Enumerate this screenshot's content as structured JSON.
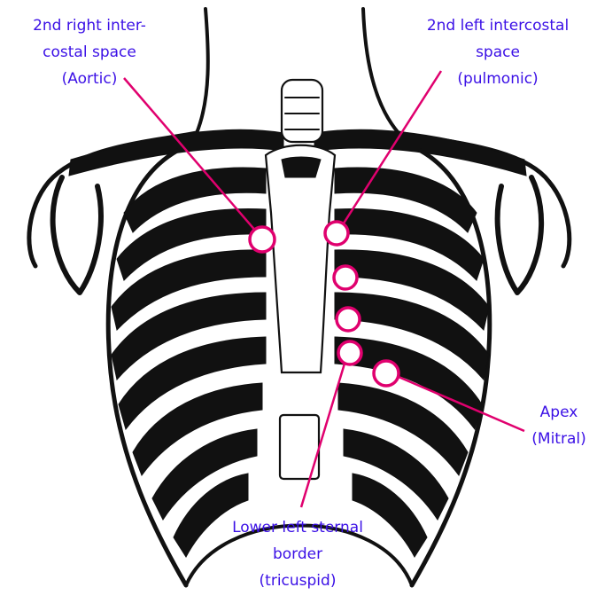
{
  "colors": {
    "label_text": "#3b10e6",
    "marker": "#e0006e",
    "ink": "#111111",
    "background": "#ffffff"
  },
  "figure": {
    "subject": "ribcage-illustration"
  },
  "labels": {
    "aortic": {
      "line1": "2nd right inter-",
      "line2": "costal space",
      "line3": "(Aortic)"
    },
    "pulmonic": {
      "line1": "2nd left intercostal",
      "line2": "space",
      "line3": "(pulmonic)"
    },
    "mitral": {
      "line1": "Apex",
      "line2": "(Mitral)"
    },
    "tricuspid": {
      "line1": "Lower left sternal",
      "line2": "border",
      "line3": "(tricuspid)"
    }
  }
}
